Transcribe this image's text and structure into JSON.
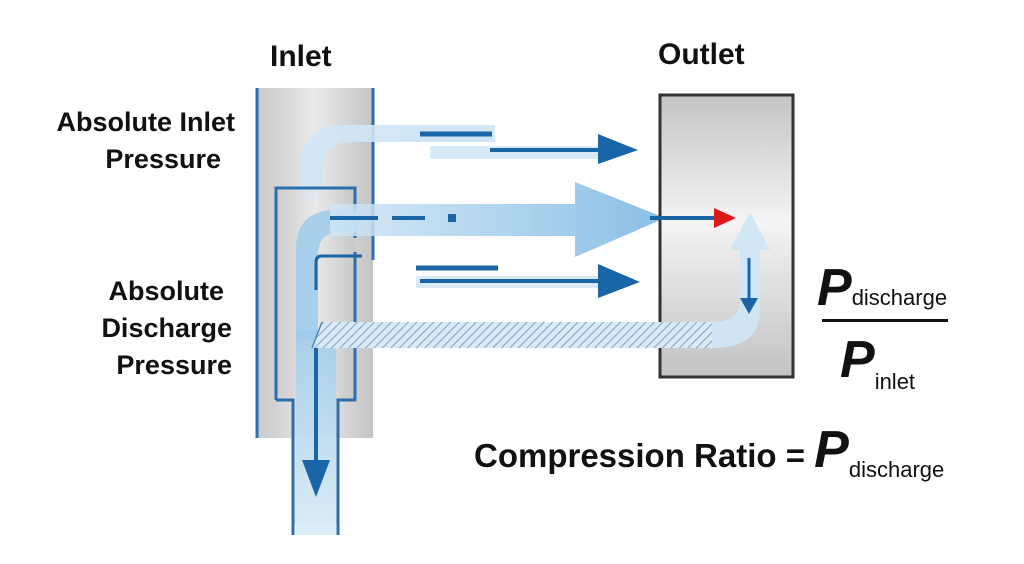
{
  "labels": {
    "inlet": "Inlet",
    "outlet": "Outlet",
    "absolute_inlet_pressure": [
      "Absolute Inlet",
      "Pressure"
    ],
    "absolute_discharge_pressure": [
      "Absolute",
      "Discharge",
      "Pressure"
    ]
  },
  "formula": {
    "numerator_symbol": "P",
    "numerator_subscript": "discharge",
    "denominator_symbol": "P",
    "denominator_subscript": "inlet",
    "equation_label": "Compression Ratio =",
    "equation_symbol": "P",
    "equation_subscript": "discharge"
  },
  "colors": {
    "pipe_border": "#2a6fb0",
    "flow_light": "#cfe6f6",
    "flow_mid": "#8cc3e8",
    "arrow_dark": "#1a65a6",
    "arrow_red": "#e01818",
    "outlet_fill": "#d6d6d6",
    "outlet_border": "#333333"
  }
}
